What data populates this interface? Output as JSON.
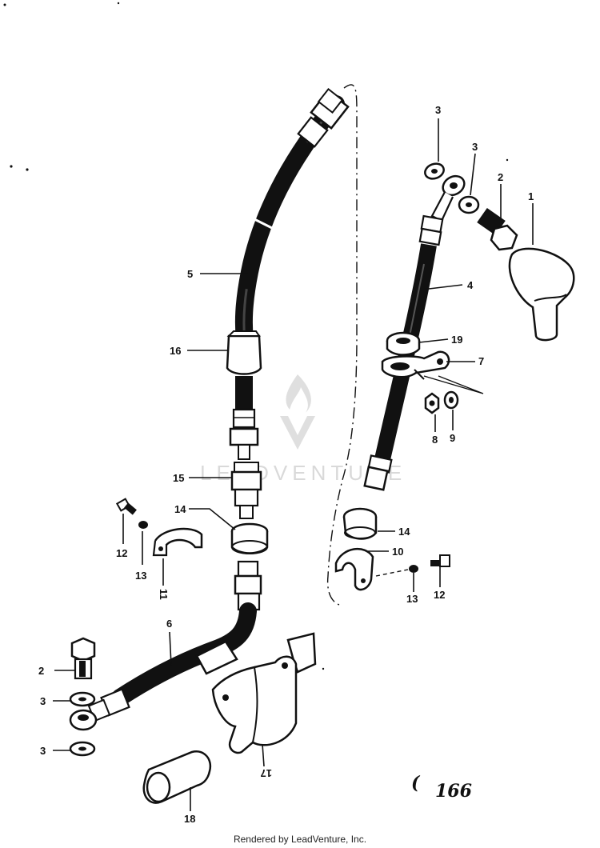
{
  "callouts": {
    "n1": "1",
    "n2a": "2",
    "n2b": "2",
    "n3a": "3",
    "n3b": "3",
    "n3c": "3",
    "n3d": "3",
    "n4": "4",
    "n5": "5",
    "n6": "6",
    "n7": "7",
    "n8": "8",
    "n9": "9",
    "n10": "10",
    "n11": "11",
    "n12a": "12",
    "n12b": "12",
    "n13a": "13",
    "n13b": "13",
    "n14a": "14",
    "n14b": "14",
    "n15": "15",
    "n16": "16",
    "n17": "17",
    "n18": "18",
    "n19": "19"
  },
  "page_number": "166",
  "page_mark": "(",
  "watermark": "LEADVENTURE",
  "footer": "Rendered by LeadVenture, Inc.",
  "colors": {
    "ink": "#111111",
    "watermark": "#d9d9d9"
  }
}
